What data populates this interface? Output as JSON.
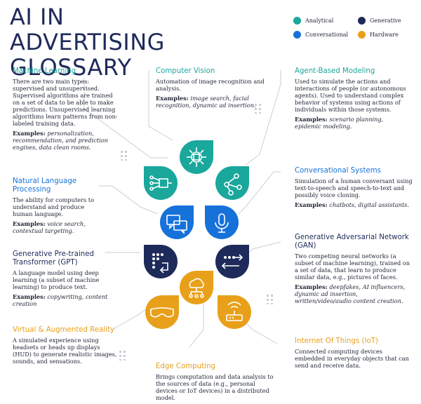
{
  "title": "AI IN ADVERTISING GLOSSARY",
  "legend": [
    {
      "label": "Analytical",
      "color": "#1aa79c"
    },
    {
      "label": "Generative",
      "color": "#1e2a5a"
    },
    {
      "label": "Conversational",
      "color": "#1672d9"
    },
    {
      "label": "Hardware",
      "color": "#e8a01a"
    }
  ],
  "ml": {
    "heading": "Machine Learning",
    "desc": "There are two main types: supervised and unsupervised. Supervised algorithms are trained on a set of data to be able to make predictions. Unsupervised learning algorithms learn patterns from non-labeled training data.",
    "ex_label": "Examples:",
    "ex_text": "personalization, recommendation, and prediction engines, data clean rooms."
  },
  "cv": {
    "heading": "Computer Vision",
    "desc": "Automation of image recognition and analysis.",
    "ex_label": "Examples:",
    "ex_text": "image search, facial recognition, dynamic ad insertion."
  },
  "abm": {
    "heading": "Agent-Based Modeling",
    "desc": "Used to simulate the actions and interactions of people (or autonomous agents). Used to understand complex behavior of systems using actions of individuals within those systems.",
    "ex_label": "Examples:",
    "ex_text": "scenario planning, epidemic modeling."
  },
  "nlp": {
    "heading": "Natural Language Processing",
    "desc": "The ability for computers to understand and produce human language.",
    "ex_label": "Examples:",
    "ex_text": "voice search, contextual targeting."
  },
  "cs": {
    "heading": "Conversational Systems",
    "desc": "Simulation of a human conversant using text-to-speech and speech-to-text and possibly voice cloning.",
    "ex_label": "Examples:",
    "ex_text": "chatbots, digital assistants."
  },
  "gpt": {
    "heading": "Generative Pre-trained Transformer (GPT)",
    "desc": "A language model using deep learning (a subset of machine learning) to produce text.",
    "ex_label": "Examples:",
    "ex_text": "copywriting, content creation"
  },
  "gan": {
    "heading": "Generative Adversarial Network (GAN)",
    "desc": "Two competing neural networks (a subset of machine learning), trained on a set of data, that learn to produce similar data, e.g., pictures of faces.",
    "ex_label": "Examples:",
    "ex_text": "deepfakes, AI influencers, dynamic ad insertion, written/video/audio content creation."
  },
  "vr": {
    "heading": "Virtual & Augmented Reality",
    "desc": "A simulated experience using headsets or heads up displays (HUD) to generate realistic images, sounds, and sensations."
  },
  "edge": {
    "heading": "Edge Computing",
    "desc": "Brings computation and data analysis to the sources of data (e.g., personal devices or IoT devices) in a distributed model."
  },
  "iot": {
    "heading": "Internet Of Things (IoT)",
    "desc": "Connected computing devices embedded in everyday objects that can send and receive data."
  }
}
